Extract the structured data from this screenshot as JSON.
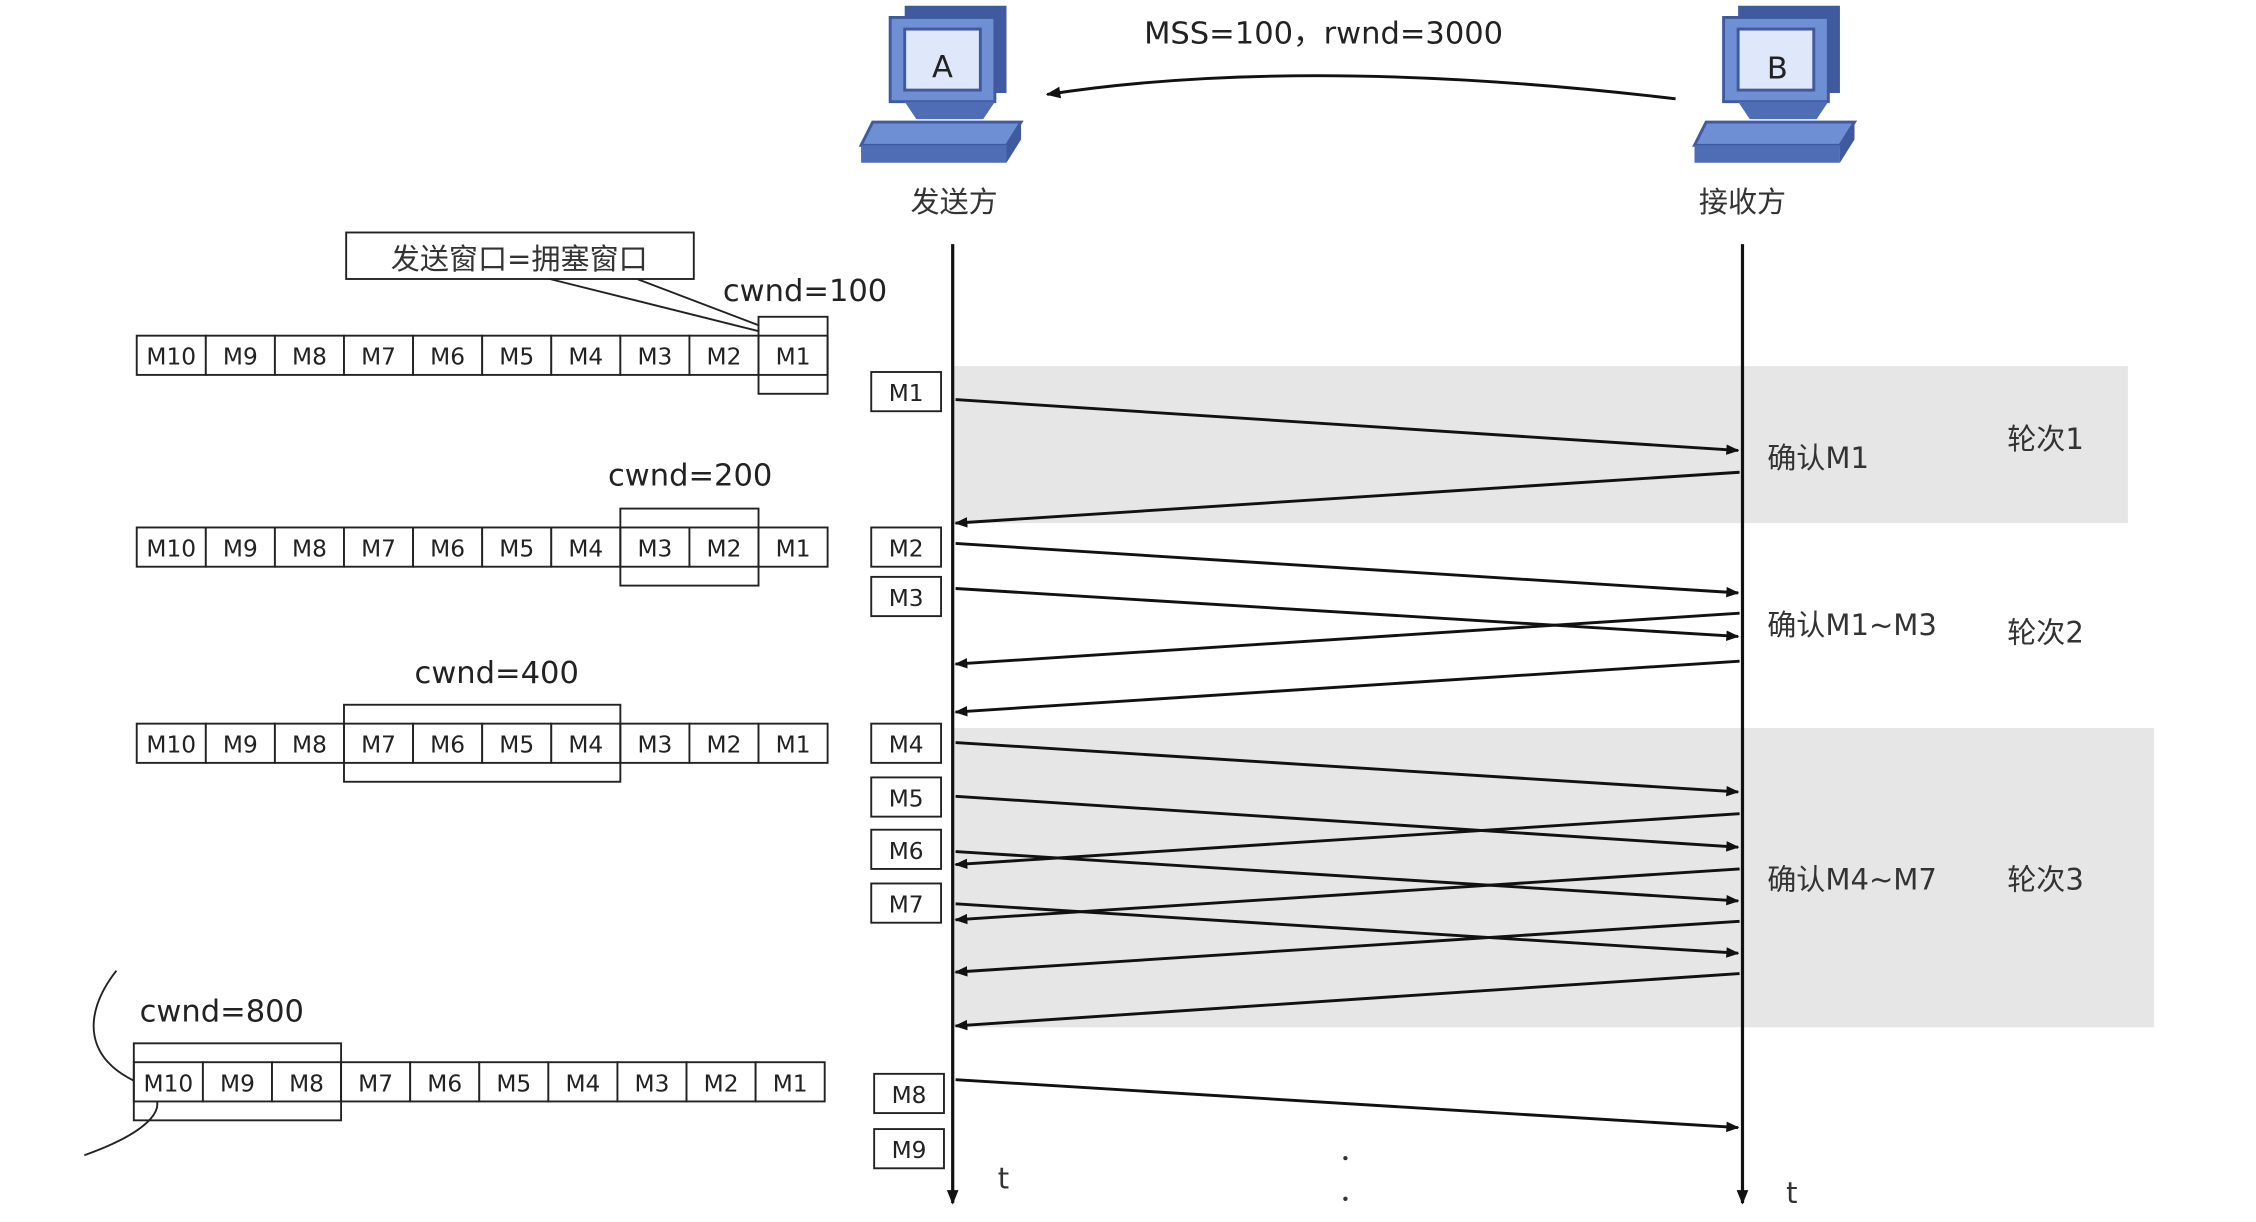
{
  "header": {
    "params": "MSS=100，rwnd=3000",
    "host_a_letter": "A",
    "host_b_letter": "B",
    "sender_label": "发送方",
    "receiver_label": "接收方",
    "callout": "发送窗口=拥塞窗口"
  },
  "segment_labels": [
    "M10",
    "M9",
    "M8",
    "M7",
    "M6",
    "M5",
    "M4",
    "M3",
    "M2",
    "M1"
  ],
  "window_rows": [
    {
      "cwnd_label": "cwnd=100",
      "window": [
        "M1"
      ]
    },
    {
      "cwnd_label": "cwnd=200",
      "window": [
        "M3",
        "M2"
      ]
    },
    {
      "cwnd_label": "cwnd=400",
      "window": [
        "M7",
        "M6",
        "M5",
        "M4"
      ]
    },
    {
      "cwnd_label": "cwnd=800",
      "window": [
        "M10",
        "M9",
        "M8"
      ]
    }
  ],
  "sent_segments": [
    "M1",
    "M2",
    "M3",
    "M4",
    "M5",
    "M6",
    "M7",
    "M8",
    "M9"
  ],
  "rounds": [
    {
      "ack_label": "确认M1",
      "round_label": "轮次1",
      "segments": [
        "M1"
      ]
    },
    {
      "ack_label": "确认M1~M3",
      "round_label": "轮次2",
      "segments": [
        "M2",
        "M3"
      ]
    },
    {
      "ack_label": "确认M4~M7",
      "round_label": "轮次3",
      "segments": [
        "M4",
        "M5",
        "M6",
        "M7"
      ]
    }
  ],
  "time_axis_label": "t",
  "colors": {
    "shade": "#e6e6e6",
    "computer_blue": "#6f8fd4",
    "computer_dark": "#3f5a9e"
  },
  "icons": [
    "computer-icon"
  ]
}
